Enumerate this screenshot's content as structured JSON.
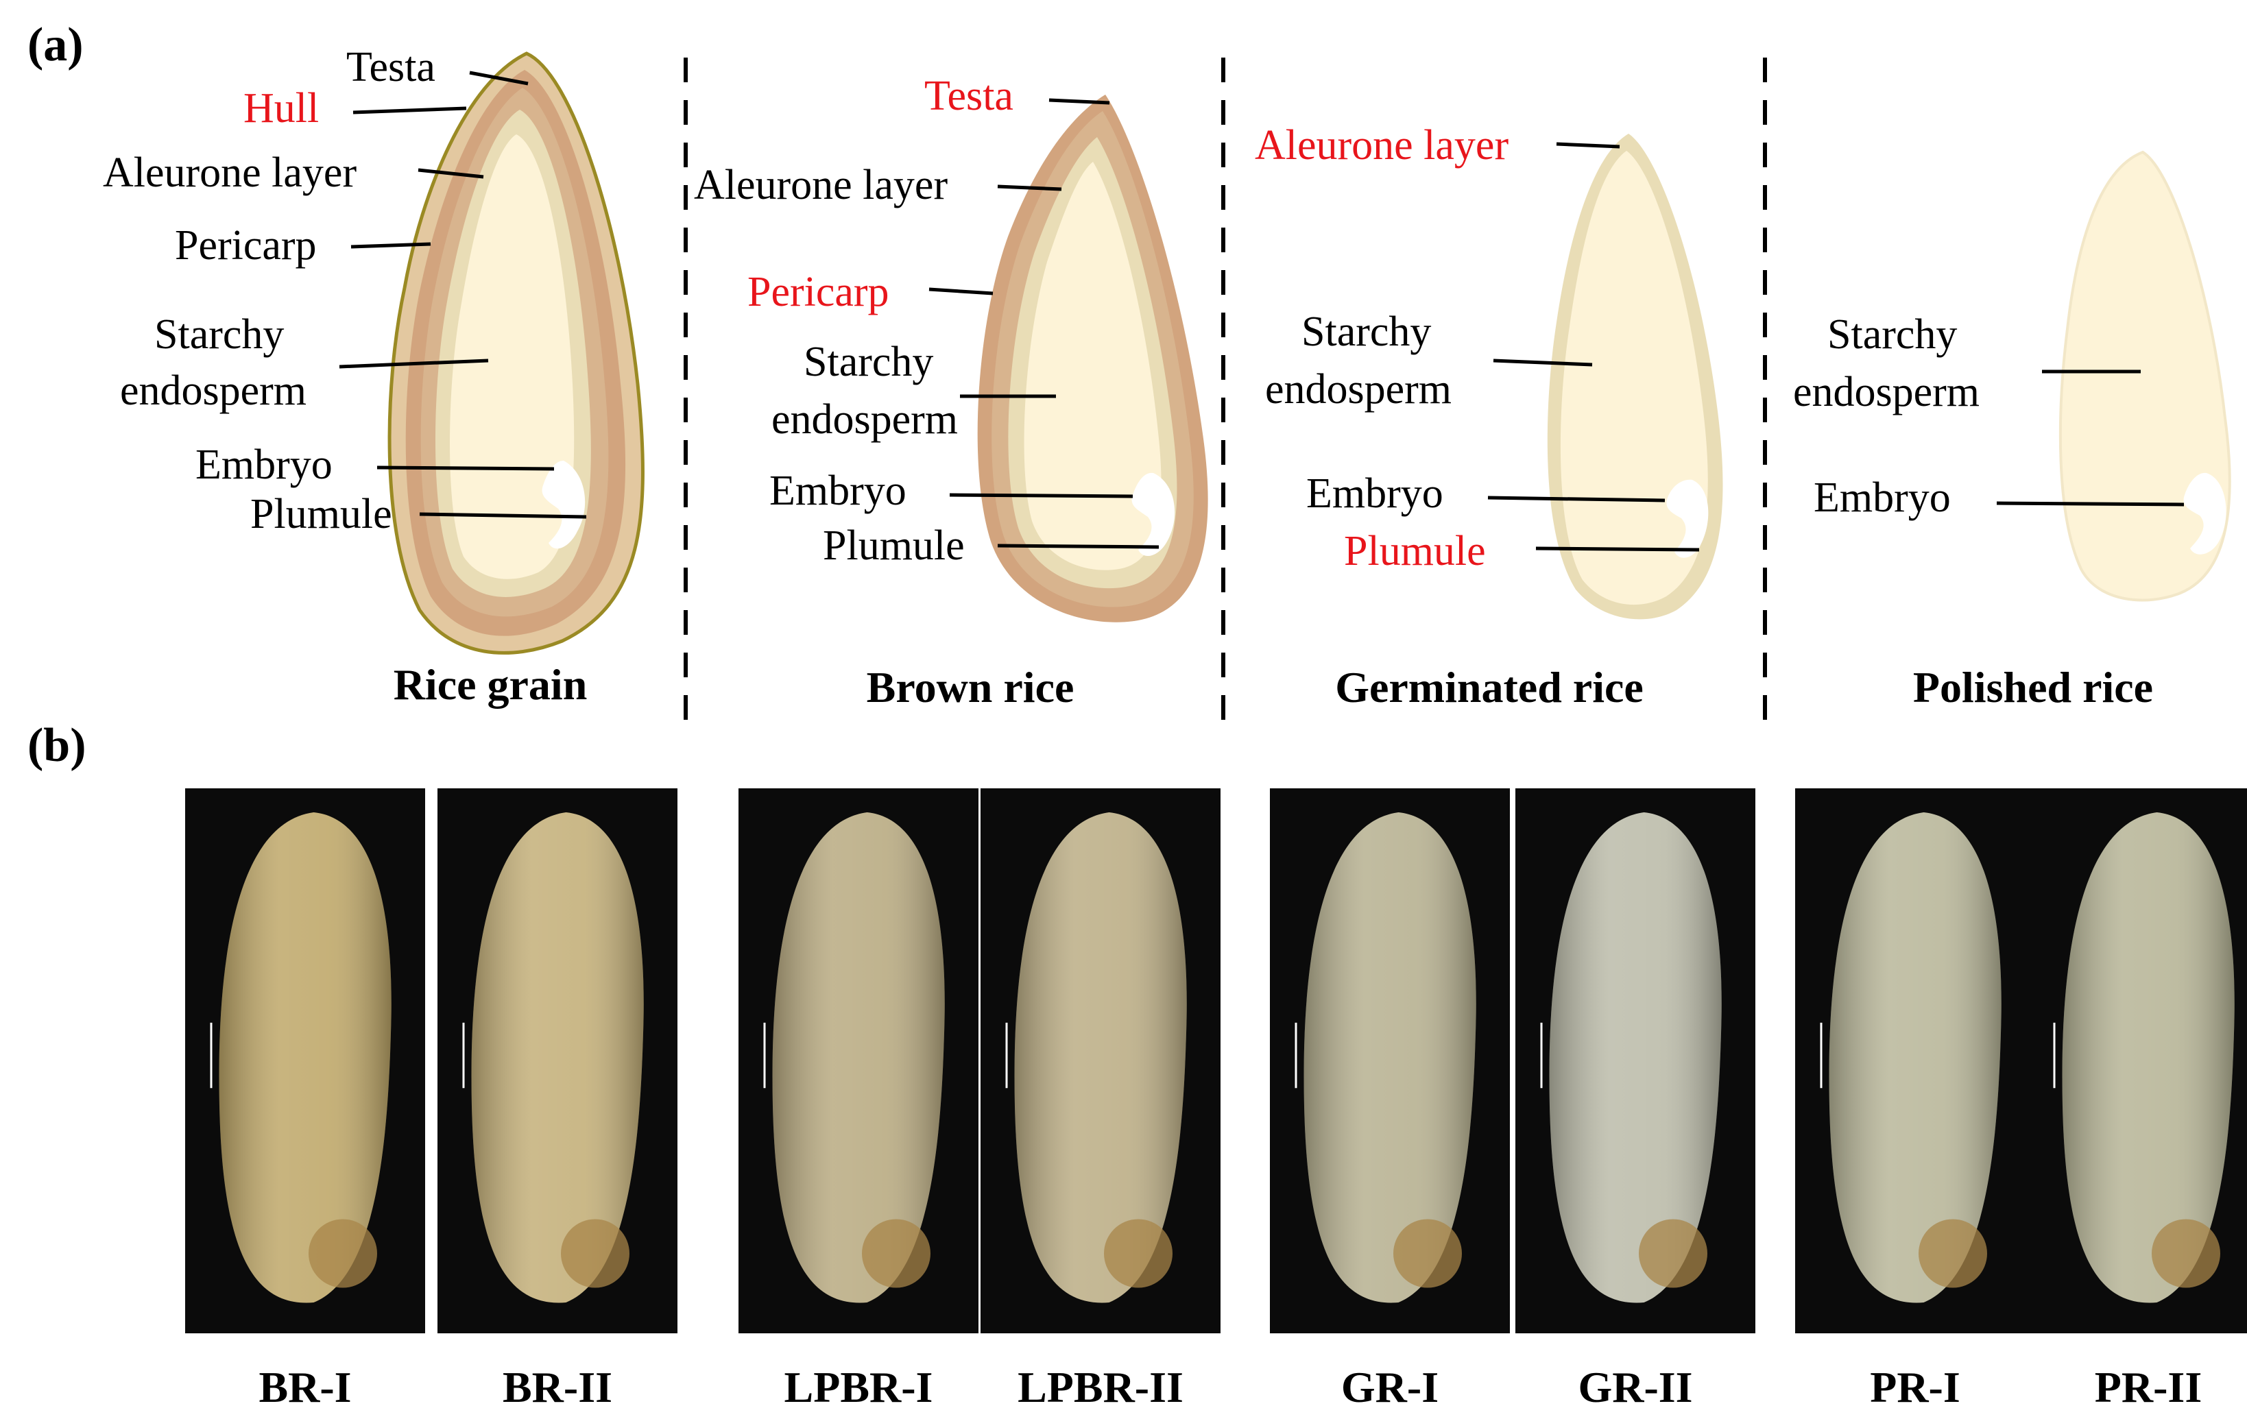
{
  "panels": {
    "a": "(a)",
    "b": "(b)"
  },
  "diagrams": [
    {
      "title": "Rice grain",
      "labels": [
        {
          "text": "Testa",
          "color": "black"
        },
        {
          "text": "Hull",
          "color": "red"
        },
        {
          "text": "Aleurone layer",
          "color": "black"
        },
        {
          "text": "Pericarp",
          "color": "black"
        },
        {
          "text": "Starchy",
          "color": "black"
        },
        {
          "text": "endosperm",
          "color": "black"
        },
        {
          "text": "Embryo",
          "color": "black"
        },
        {
          "text": "Plumule",
          "color": "black"
        }
      ]
    },
    {
      "title": "Brown rice",
      "labels": [
        {
          "text": "Testa",
          "color": "red"
        },
        {
          "text": "Aleurone layer",
          "color": "black"
        },
        {
          "text": "Pericarp",
          "color": "red"
        },
        {
          "text": "Starchy",
          "color": "black"
        },
        {
          "text": "endosperm",
          "color": "black"
        },
        {
          "text": "Embryo",
          "color": "black"
        },
        {
          "text": "Plumule",
          "color": "black"
        }
      ]
    },
    {
      "title": "Germinated rice",
      "labels": [
        {
          "text": "Aleurone layer",
          "color": "red"
        },
        {
          "text": "Starchy",
          "color": "black"
        },
        {
          "text": "endosperm",
          "color": "black"
        },
        {
          "text": "Embryo",
          "color": "black"
        },
        {
          "text": "Plumule",
          "color": "red"
        }
      ]
    },
    {
      "title": "Polished rice",
      "labels": [
        {
          "text": "Starchy",
          "color": "black"
        },
        {
          "text": "endosperm",
          "color": "black"
        },
        {
          "text": "Embryo",
          "color": "black"
        }
      ]
    }
  ],
  "photos": [
    {
      "label": "BR-I",
      "tint": "#bfa86a"
    },
    {
      "label": "BR-II",
      "tint": "#c4b07a"
    },
    {
      "label": "LPBR-I",
      "tint": "#b9ab82"
    },
    {
      "label": "LPBR-II",
      "tint": "#bcae86"
    },
    {
      "label": "GR-I",
      "tint": "#b7b191"
    },
    {
      "label": "GR-II",
      "tint": "#bcbcaa"
    },
    {
      "label": "PR-I",
      "tint": "#b9b79a"
    },
    {
      "label": "PR-II",
      "tint": "#b7b597"
    }
  ],
  "colors": {
    "hull": "#e3c8a0",
    "hull_edge": "#9a8a24",
    "testa": "#d2a47e",
    "pericarp": "#d8b48e",
    "aleurone": "#e9ddb6",
    "endosperm": "#fdf3d7",
    "embryo": "#ffffff",
    "label_red": "#e8151b"
  }
}
